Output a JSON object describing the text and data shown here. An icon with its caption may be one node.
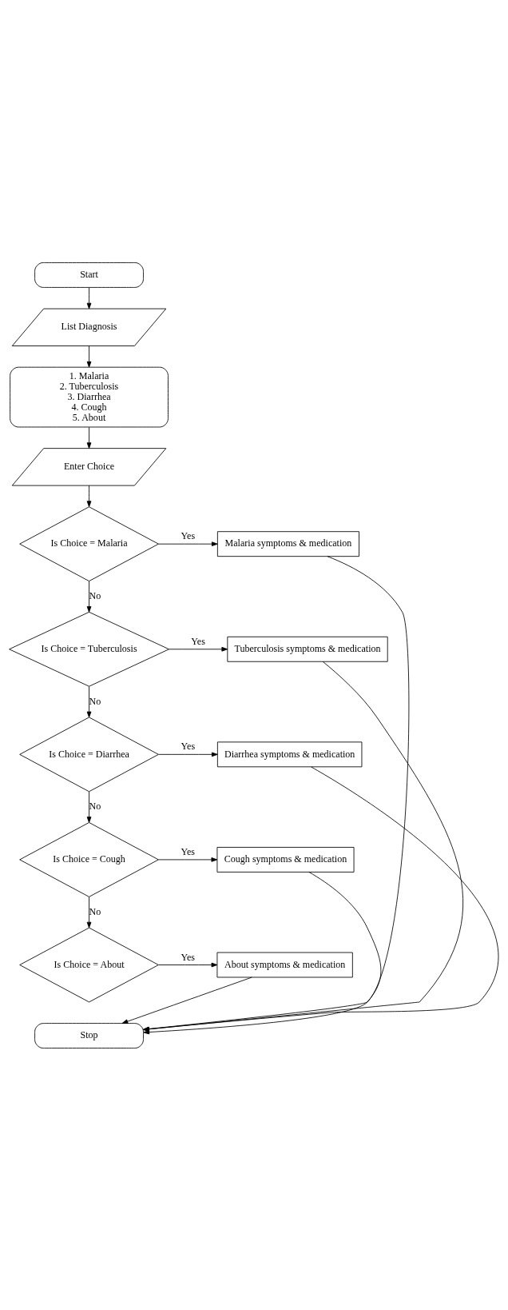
{
  "diagram": {
    "nodes": [
      {
        "text": [
          "Start"
        ]
      },
      {
        "text": [
          "List Diagnosis"
        ]
      },
      {
        "text": [
          "1. Malaria",
          "2. Tuberculosis",
          "3. Diarrhea",
          "4. Cough",
          "5. About"
        ]
      },
      {
        "text": [
          "Enter Choice"
        ]
      },
      {
        "text": [
          "Is Choice = Malaria"
        ]
      },
      {
        "text": [
          "Malaria symptoms & medication"
        ]
      },
      {
        "text": [
          "Is Choice = Tuberculosis"
        ]
      },
      {
        "text": [
          "Tuberculosis symptoms & medication"
        ]
      },
      {
        "text": [
          "Is Choice = Diarrhea"
        ]
      },
      {
        "text": [
          "Diarrhea symptoms & medication"
        ]
      },
      {
        "text": [
          "Is Choice = Cough"
        ]
      },
      {
        "text": [
          "Cough symptoms & medication"
        ]
      },
      {
        "text": [
          "Is Choice = About"
        ]
      },
      {
        "text": [
          "About symptoms & medication"
        ]
      },
      {
        "text": [
          "Stop"
        ]
      }
    ],
    "edges": [
      {
        "from": 0,
        "to": 1,
        "arrow": "to"
      },
      {
        "from": 1,
        "to": 2,
        "arrow": "to"
      },
      {
        "from": 2,
        "to": 3,
        "arrow": "to"
      },
      {
        "from": 3,
        "to": 4,
        "arrow": "to"
      },
      {
        "from": 4,
        "to": 5,
        "arrow": "to",
        "label": "Yes"
      },
      {
        "from": 4,
        "to": 6,
        "arrow": "to",
        "label": "No"
      },
      {
        "from": 6,
        "to": 7,
        "arrow": "to",
        "label": "Yes"
      },
      {
        "from": 6,
        "to": 8,
        "arrow": "to",
        "label": "No"
      },
      {
        "from": 8,
        "to": 9,
        "arrow": "to",
        "label": "Yes"
      },
      {
        "from": 8,
        "to": 10,
        "arrow": "to",
        "label": "No"
      },
      {
        "from": 10,
        "to": 11,
        "arrow": "to",
        "label": "Yes"
      },
      {
        "from": 10,
        "to": 12,
        "arrow": "to",
        "label": "No"
      },
      {
        "from": 12,
        "to": 13,
        "arrow": "to",
        "label": "Yes"
      },
      {
        "from": 5,
        "to": 14,
        "arrow": "to"
      },
      {
        "from": 7,
        "to": 14,
        "arrow": "to"
      },
      {
        "from": 9,
        "to": 14,
        "arrow": "to"
      },
      {
        "from": 11,
        "to": 14,
        "arrow": "to"
      },
      {
        "from": 13,
        "to": 14,
        "arrow": "to"
      }
    ]
  }
}
